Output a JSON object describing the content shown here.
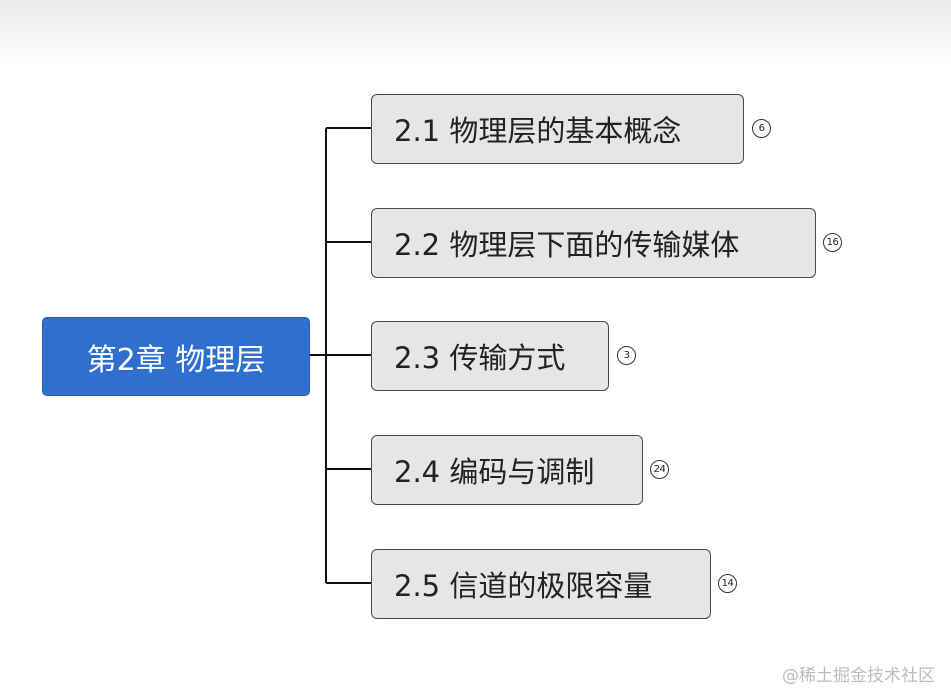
{
  "root": {
    "label": "第2章 物理层"
  },
  "topics": [
    {
      "label": "2.1 物理层的基本概念",
      "count": "6"
    },
    {
      "label": "2.2 物理层下面的传输媒体",
      "count": "16"
    },
    {
      "label": "2.3 传输方式",
      "count": "3"
    },
    {
      "label": "2.4 编码与调制",
      "count": "24"
    },
    {
      "label": "2.5 信道的极限容量",
      "count": "14"
    }
  ],
  "watermark": "@稀土掘金技术社区",
  "colors": {
    "root_fill": "#2f6fcf",
    "topic_fill": "#e6e6e6",
    "line": "#111111"
  }
}
